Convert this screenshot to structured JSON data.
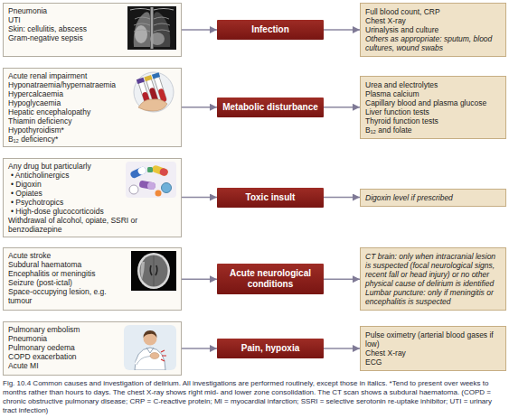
{
  "diagram": {
    "caption": "Fig. 10.4 Common causes and investigation of delirium. All investigations are performed routinely, except those in italics. *Tend to present over weeks to months rather than hours to days. The chest X-ray shows right mid- and lower zone consolidation. The CT scan shows a subdural haematoma. (COPD = chronic obstructive pulmonary disease; CRP = C-reactive protein; MI = myocardial infarction; SSRI = selective serotonin re-uptake inhibitor; UTI = urinary tract infection)",
    "nodes": [
      {
        "text": [
          "Pneumonia",
          "UTI",
          "Skin: cellulitis, abscess",
          "Gram-negative sepsis"
        ]
      },
      {
        "text": [
          "Infection"
        ]
      },
      {
        "text": [
          "Full blood count, CRP",
          "Chest X-ray",
          "Urinalysis and culture",
          "Others as appropriate: sputum, blood cultures, wound swabs"
        ]
      },
      {
        "text": [
          "Acute renal impairment",
          "Hyponatraemia/hypernatraemia",
          "Hypercalcaemia",
          "Hypoglycaemia",
          "Hepatic encephalopathy",
          "Thiamin deficiency",
          "Hypothyroidism*",
          "B₁₂ deficiency*"
        ]
      },
      {
        "text": [
          "Metabolic disturbance"
        ]
      },
      {
        "text": [
          "Urea and electrolytes",
          "Plasma calcium",
          "Capillary blood and plasma glucose",
          "Liver function tests",
          "Thyroid function tests",
          "B₁₂ and folate"
        ]
      },
      {
        "text": [
          "Any drug but particularly",
          "• Anticholinergics",
          "• Digoxin",
          "• Opiates",
          "• Psychotropics",
          "• High-dose glucocorticoids",
          "Withdrawal of alcohol, opiate, SSRI or benzodiazepine"
        ]
      },
      {
        "text": [
          "Toxic insult"
        ]
      },
      {
        "text": [
          "Digoxin level if prescribed"
        ]
      },
      {
        "text": [
          "Acute stroke",
          "Subdural haematoma",
          "Encephalitis or meningitis",
          "Seizure (post-ictal)",
          "Space-occupying lesion, e.g. tumour"
        ]
      },
      {
        "text": [
          "Acute neurological conditions"
        ]
      },
      {
        "text": [
          "CT brain: only when intracranial lesion is suspected (focal neurological signs, recent fall or head injury) or no other physical cause of delirium is identified",
          "Lumbar puncture: only if meningitis or encephalitis is suspected"
        ]
      },
      {
        "text": [
          "Pulmonary embolism",
          "Pneumonia",
          "Pulmonary oedema",
          "COPD exacerbation",
          "Acute MI"
        ]
      },
      {
        "text": [
          "Pain, hypoxia"
        ]
      },
      {
        "text": [
          "Pulse oximetry (arterial blood gases if low)",
          "Chest X-ray",
          "ECG"
        ]
      }
    ],
    "edges": [
      {
        "from": 0,
        "to": 1,
        "arrow": "to"
      },
      {
        "from": 1,
        "to": 2,
        "arrow": "to"
      },
      {
        "from": 3,
        "to": 4,
        "arrow": "to"
      },
      {
        "from": 4,
        "to": 5,
        "arrow": "to"
      },
      {
        "from": 6,
        "to": 7,
        "arrow": "to"
      },
      {
        "from": 7,
        "to": 8,
        "arrow": "to"
      },
      {
        "from": 9,
        "to": 10,
        "arrow": "to"
      },
      {
        "from": 10,
        "to": 11,
        "arrow": "to"
      },
      {
        "from": 12,
        "to": 13,
        "arrow": "to"
      },
      {
        "from": 13,
        "to": 14,
        "arrow": "to"
      }
    ]
  }
}
